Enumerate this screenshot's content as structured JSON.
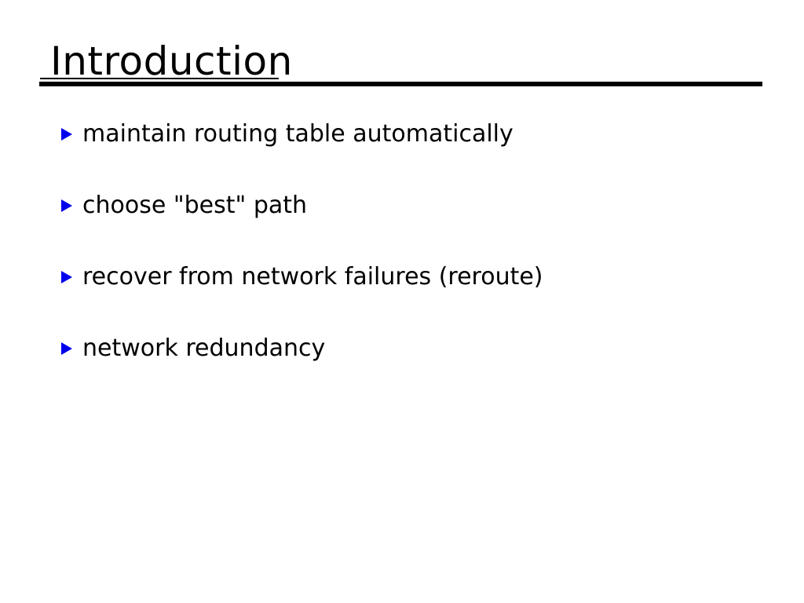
{
  "slide": {
    "title": "Introduction",
    "bullets": [
      "maintain routing table automatically",
      "choose \"best\" path",
      "recover from network failures (reroute)",
      "network redundancy"
    ],
    "colors": {
      "background": "#ffffff",
      "text": "#000000",
      "bullet_marker": "#0000ee",
      "rule": "#000000"
    }
  }
}
